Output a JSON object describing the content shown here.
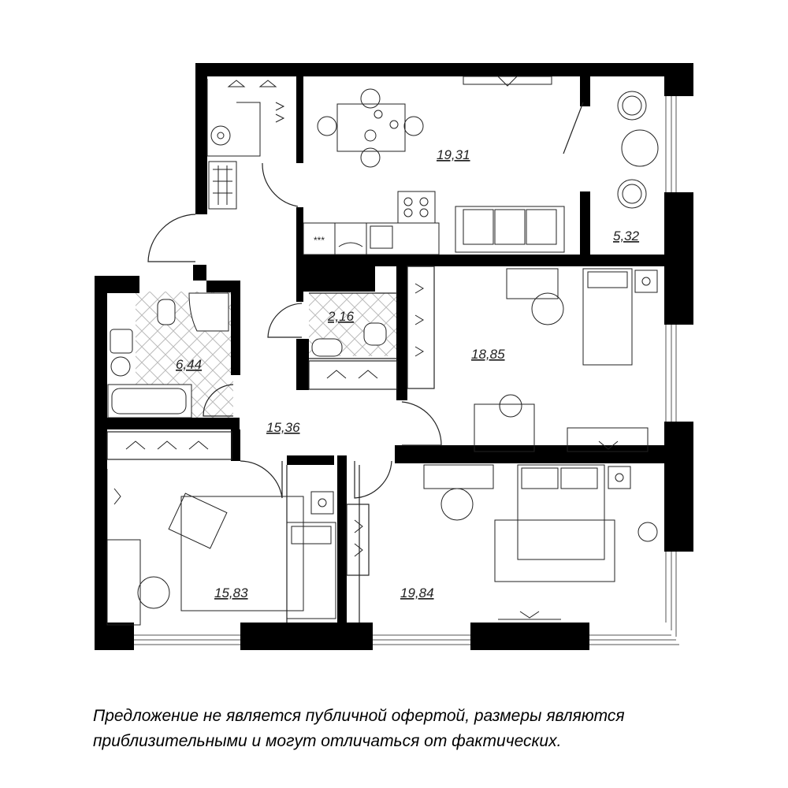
{
  "rooms": [
    {
      "id": "kitchen-living",
      "area": "19,31"
    },
    {
      "id": "balcony",
      "area": "5,32"
    },
    {
      "id": "bathroom",
      "area": "6,44"
    },
    {
      "id": "wc",
      "area": "2,16"
    },
    {
      "id": "bedroom-1",
      "area": "18,85"
    },
    {
      "id": "hall",
      "area": "15,36"
    },
    {
      "id": "bedroom-2",
      "area": "15,83"
    },
    {
      "id": "bedroom-3",
      "area": "19,84"
    }
  ],
  "disclaimer": {
    "line1": "Предложение не является публичной офертой, размеры являются",
    "line2": "приблизительными и могут отличаться от фактических."
  },
  "colors": {
    "wall": "#000000",
    "tile": "#bbbbbb",
    "line": "#222222"
  }
}
